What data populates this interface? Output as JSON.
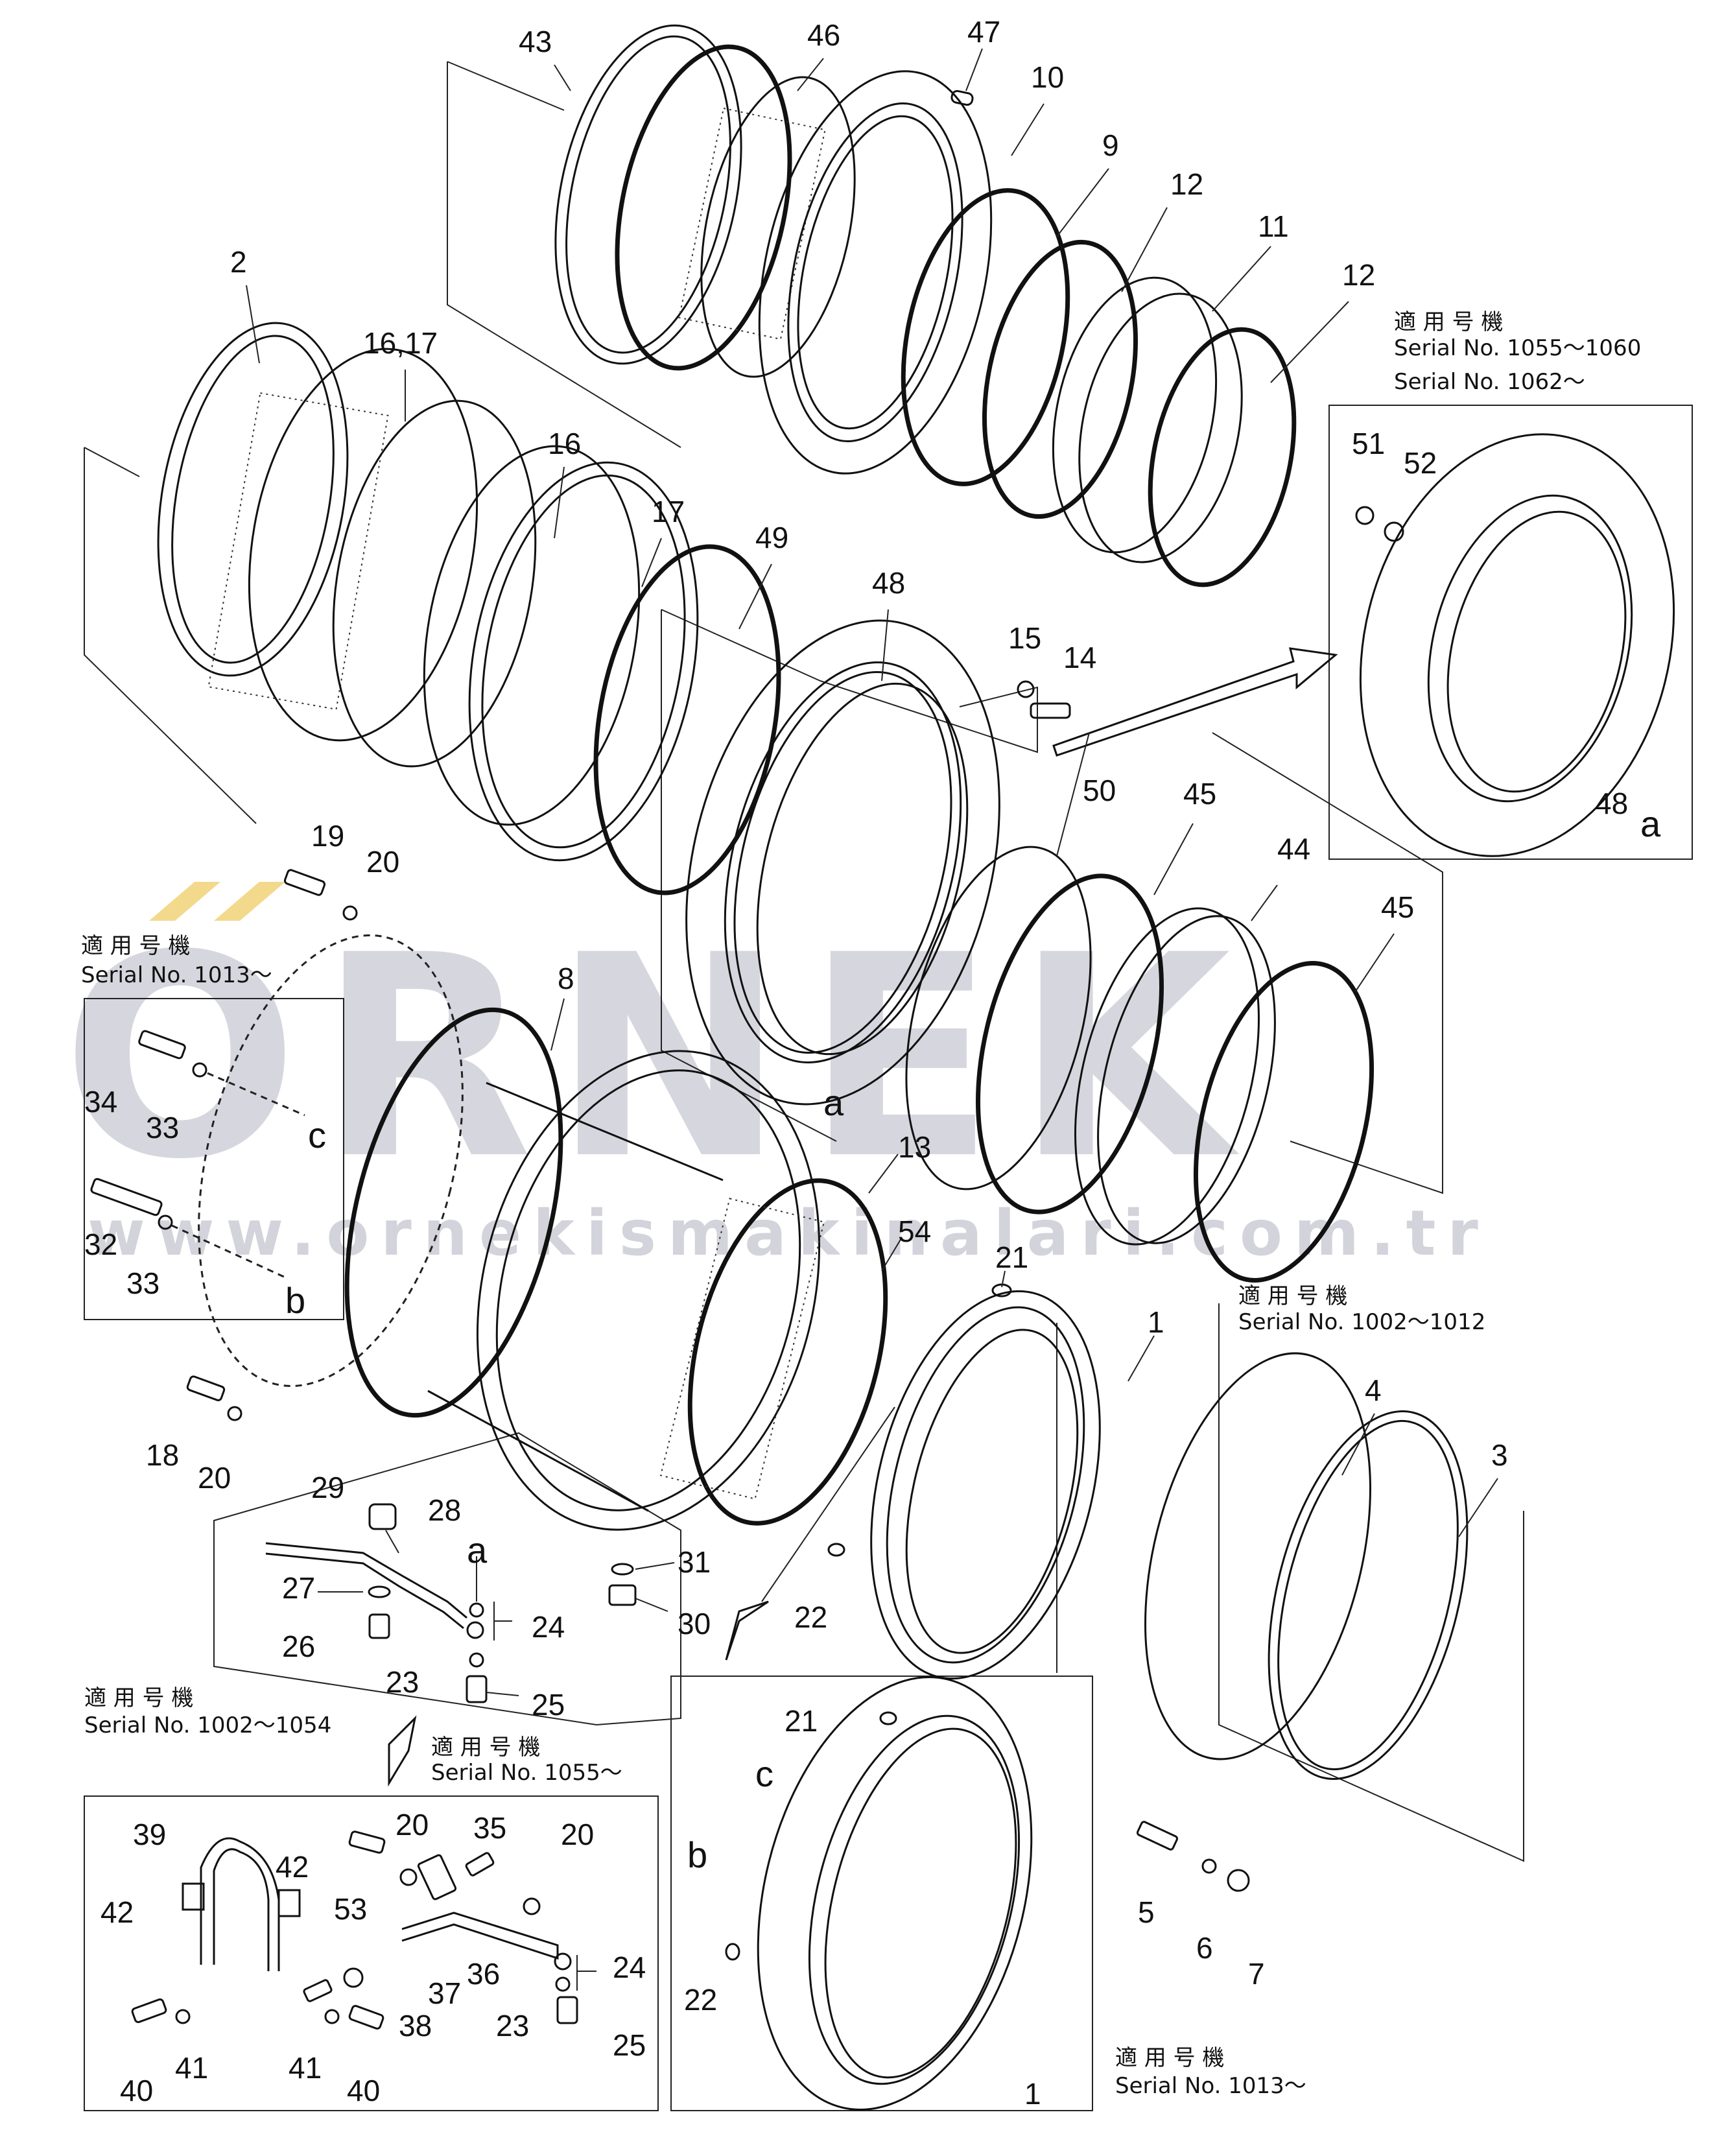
{
  "watermark": {
    "brand": "ORNEK",
    "url": "www.ornekismakinalari.com.tr"
  },
  "callouts": [
    {
      "id": "43",
      "text": "43"
    },
    {
      "id": "46",
      "text": "46"
    },
    {
      "id": "47",
      "text": "47"
    },
    {
      "id": "10",
      "text": "10"
    },
    {
      "id": "9",
      "text": "9"
    },
    {
      "id": "12a",
      "text": "12"
    },
    {
      "id": "11",
      "text": "11"
    },
    {
      "id": "12b",
      "text": "12"
    },
    {
      "id": "2",
      "text": "2"
    },
    {
      "id": "16-17",
      "text": "16,17"
    },
    {
      "id": "16",
      "text": "16"
    },
    {
      "id": "17",
      "text": "17"
    },
    {
      "id": "49",
      "text": "49"
    },
    {
      "id": "48a",
      "text": "48"
    },
    {
      "id": "15",
      "text": "15"
    },
    {
      "id": "14",
      "text": "14"
    },
    {
      "id": "51",
      "text": "51"
    },
    {
      "id": "52",
      "text": "52"
    },
    {
      "id": "48b",
      "text": "48"
    },
    {
      "id": "19",
      "text": "19"
    },
    {
      "id": "20a",
      "text": "20"
    },
    {
      "id": "50",
      "text": "50"
    },
    {
      "id": "45a",
      "text": "45"
    },
    {
      "id": "44",
      "text": "44"
    },
    {
      "id": "45b",
      "text": "45"
    },
    {
      "id": "8",
      "text": "8"
    },
    {
      "id": "34",
      "text": "34"
    },
    {
      "id": "33a",
      "text": "33"
    },
    {
      "id": "32",
      "text": "32"
    },
    {
      "id": "33b",
      "text": "33"
    },
    {
      "id": "13",
      "text": "13"
    },
    {
      "id": "54",
      "text": "54"
    },
    {
      "id": "21a",
      "text": "21"
    },
    {
      "id": "1a",
      "text": "1"
    },
    {
      "id": "4",
      "text": "4"
    },
    {
      "id": "3",
      "text": "3"
    },
    {
      "id": "18",
      "text": "18"
    },
    {
      "id": "20b",
      "text": "20"
    },
    {
      "id": "29",
      "text": "29"
    },
    {
      "id": "28",
      "text": "28"
    },
    {
      "id": "27",
      "text": "27"
    },
    {
      "id": "26",
      "text": "26"
    },
    {
      "id": "24a",
      "text": "24"
    },
    {
      "id": "23a",
      "text": "23"
    },
    {
      "id": "25a",
      "text": "25"
    },
    {
      "id": "31",
      "text": "31"
    },
    {
      "id": "30",
      "text": "30"
    },
    {
      "id": "22a",
      "text": "22"
    },
    {
      "id": "21b",
      "text": "21"
    },
    {
      "id": "39",
      "text": "39"
    },
    {
      "id": "42a",
      "text": "42"
    },
    {
      "id": "42b",
      "text": "42"
    },
    {
      "id": "20c",
      "text": "20"
    },
    {
      "id": "35",
      "text": "35"
    },
    {
      "id": "20d",
      "text": "20"
    },
    {
      "id": "53",
      "text": "53"
    },
    {
      "id": "36",
      "text": "36"
    },
    {
      "id": "37",
      "text": "37"
    },
    {
      "id": "38",
      "text": "38"
    },
    {
      "id": "23b",
      "text": "23"
    },
    {
      "id": "24b",
      "text": "24"
    },
    {
      "id": "25b",
      "text": "25"
    },
    {
      "id": "40a",
      "text": "40"
    },
    {
      "id": "41a",
      "text": "41"
    },
    {
      "id": "41b",
      "text": "41"
    },
    {
      "id": "40b",
      "text": "40"
    },
    {
      "id": "5",
      "text": "5"
    },
    {
      "id": "6",
      "text": "6"
    },
    {
      "id": "7",
      "text": "7"
    },
    {
      "id": "22b",
      "text": "22"
    },
    {
      "id": "1b",
      "text": "1"
    }
  ],
  "reference_letters": [
    {
      "id": "a-top",
      "text": "a"
    },
    {
      "id": "a-right",
      "text": "a"
    },
    {
      "id": "a-center",
      "text": "a"
    },
    {
      "id": "c-left",
      "text": "c"
    },
    {
      "id": "b-left",
      "text": "b"
    },
    {
      "id": "c-bottom",
      "text": "c"
    },
    {
      "id": "b-bottom",
      "text": "b"
    }
  ],
  "serial_notes": [
    {
      "id": "s1",
      "label": "適 用 号 機",
      "lines": [
        "Serial No. 1055～1060",
        "Serial No. 1062～"
      ]
    },
    {
      "id": "s2",
      "label": "適 用 号 機",
      "lines": [
        "Serial No. 1013～"
      ]
    },
    {
      "id": "s3",
      "label": "適 用 号 機",
      "lines": [
        "Serial No. 1002～1012"
      ]
    },
    {
      "id": "s4",
      "label": "適 用 号 機",
      "lines": [
        "Serial No. 1002～1054"
      ]
    },
    {
      "id": "s5",
      "label": "適 用 号 機",
      "lines": [
        "Serial No. 1055～"
      ]
    },
    {
      "id": "s6",
      "label": "適 用 号 機",
      "lines": [
        "Serial No. 1013～"
      ]
    }
  ]
}
